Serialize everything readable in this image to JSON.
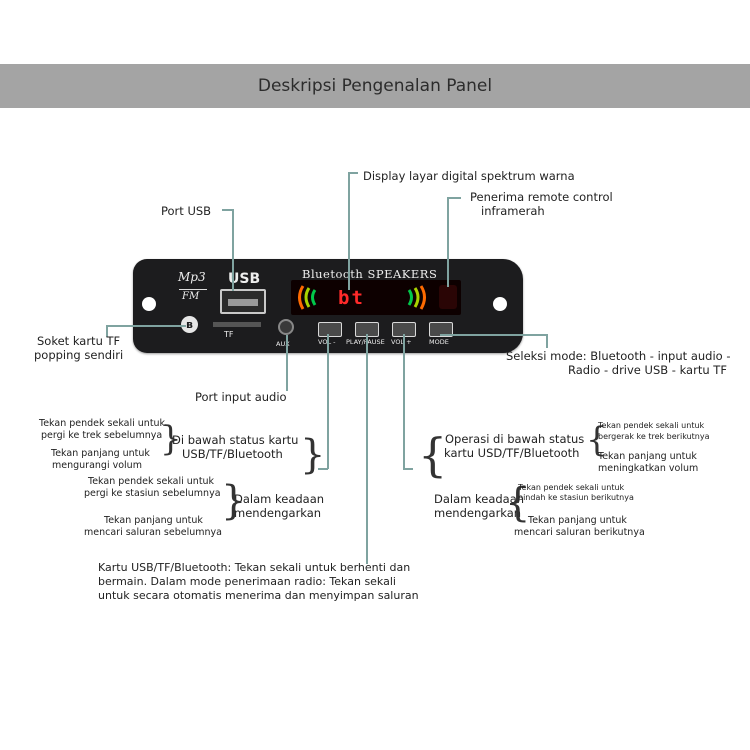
{
  "header": {
    "title": "Deskripsi Pengenalan Panel"
  },
  "board": {
    "logo_top": "Mp3",
    "logo_bottom": "FM",
    "usb": "USB",
    "brand": "Bluetooth SPEAKERS",
    "display_text": "bt",
    "tf": "TF",
    "aux": "AUX",
    "bt_symbol": "ʙ",
    "buttons": [
      "VOL -",
      "PLAY/PAUSE",
      "VOL +",
      "MODE"
    ]
  },
  "callouts": {
    "display": "Display layar digital spektrum warna",
    "ir_line1": "Penerima remote control",
    "ir_line2": "inframerah",
    "usb_port": "Port USB",
    "tf_line1": "Soket kartu TF",
    "tf_line2": "popping sendiri",
    "mode_line1": "Seleksi mode: Bluetooth - input audio -",
    "mode_line2": "Radio - drive USB - kartu TF",
    "aux": "Port input audio"
  },
  "left_group": {
    "status_line1": "Di bawah status kartu",
    "status_line2": "USB/TF/Bluetooth",
    "short_prev_1": "Tekan pendek sekali untuk",
    "short_prev_2": "pergi ke trek sebelumnya",
    "long_vol_1": "Tekan panjang untuk",
    "long_vol_2": "mengurangi volum",
    "listen_1": "Dalam keadaan",
    "listen_2": "mendengarkan",
    "short_station_1": "Tekan pendek sekali untuk",
    "short_station_2": "pergi ke stasiun sebelumnya",
    "long_search_1": "Tekan panjang untuk",
    "long_search_2": "mencari saluran sebelumnya"
  },
  "right_group": {
    "status_line1": "Operasi di bawah status",
    "status_line2": "kartu USD/TF/Bluetooth",
    "short_next_1": "Tekan pendek sekali untuk",
    "short_next_2": "bergerak ke trek berikutnya",
    "long_vol_1": "Tekan panjang untuk",
    "long_vol_2": "meningkatkan volum",
    "listen_1": "Dalam keadaan",
    "listen_2": "mendengarkan",
    "short_station_1": "Tekan pendek sekali untuk",
    "short_station_2": "pindah ke stasiun berikutnya",
    "long_search_1": "Tekan panjang untuk",
    "long_search_2": "mencari saluran berikutnya"
  },
  "play_note": {
    "line1": "Kartu USB/TF/Bluetooth: Tekan sekali untuk berhenti dan",
    "line2": "bermain. Dalam mode penerimaan radio: Tekan sekali",
    "line3": "untuk secara otomatis menerima dan menyimpan saluran"
  }
}
